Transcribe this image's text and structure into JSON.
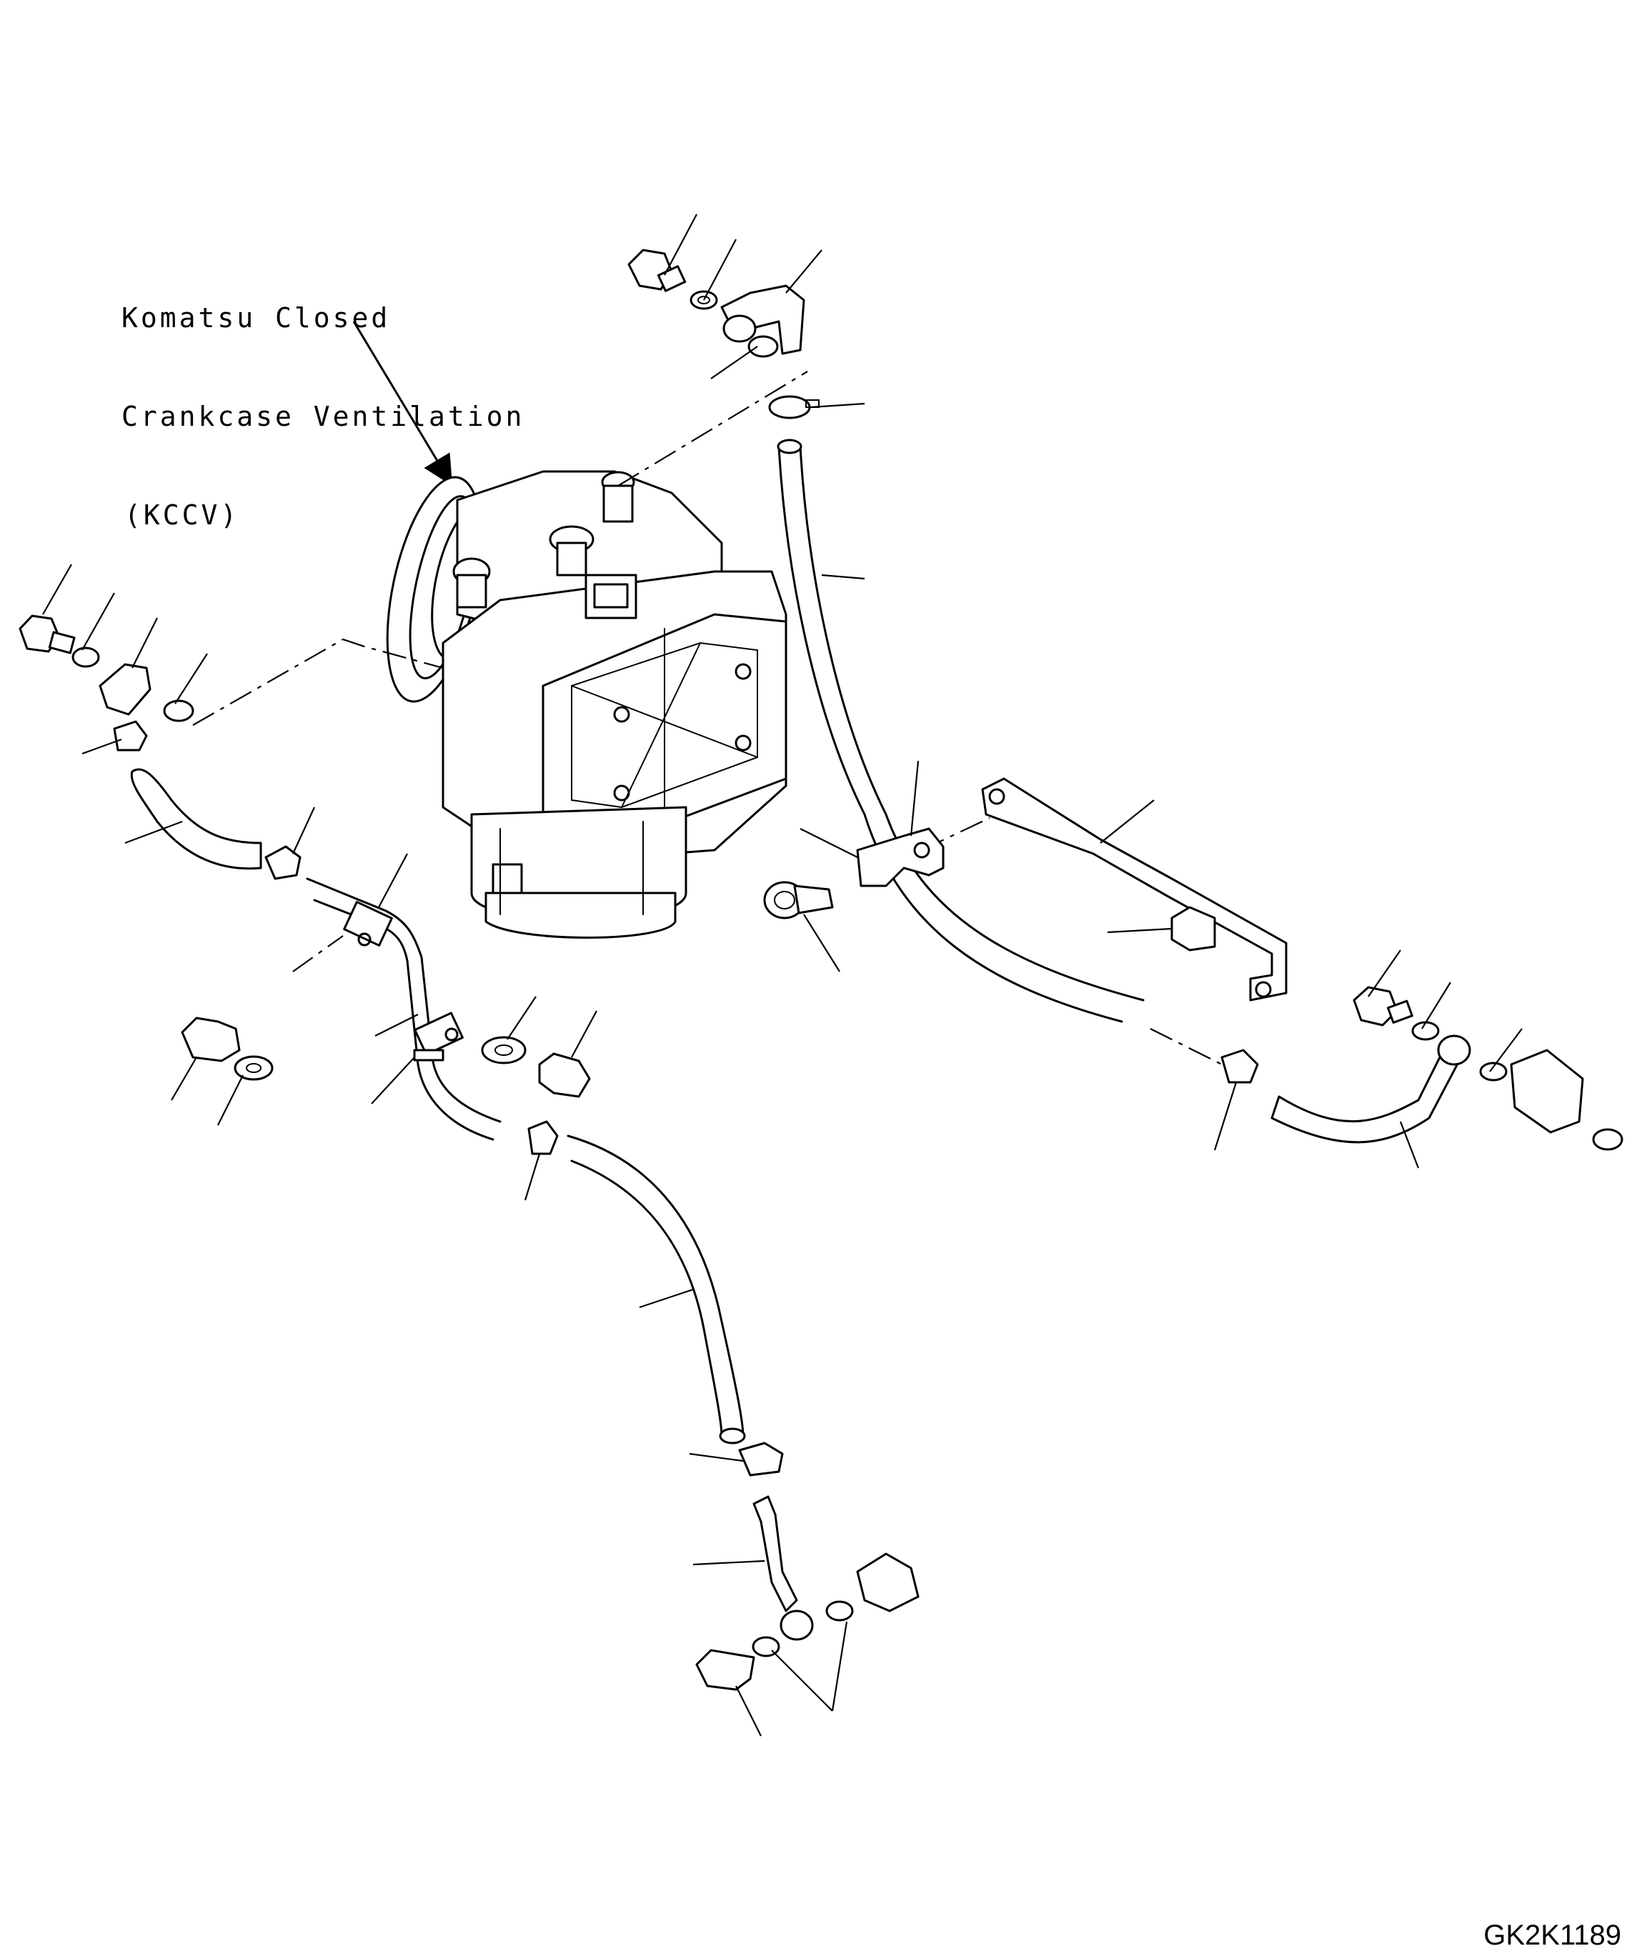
{
  "callout": {
    "line1": "Komatsu Closed",
    "line2": "Crankcase Ventilation",
    "line3": "(KCCV)"
  },
  "drawing_code": "GK2K1189"
}
